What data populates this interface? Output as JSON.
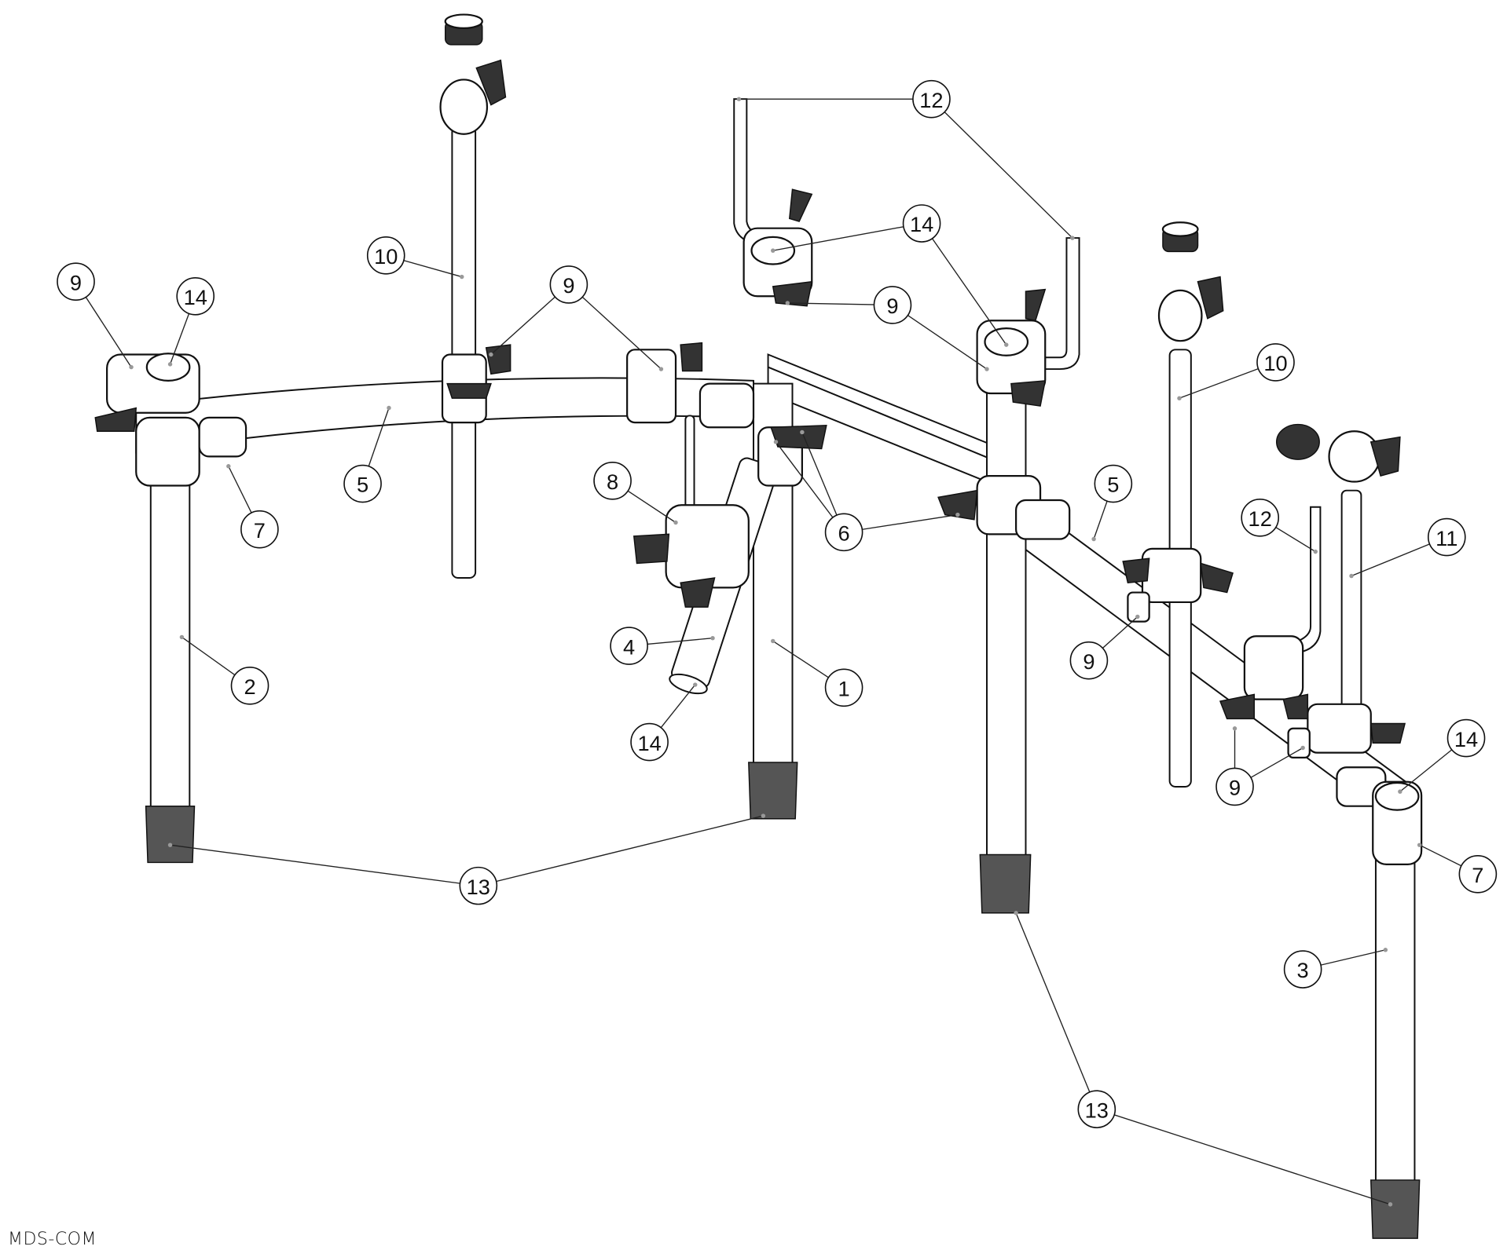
{
  "diagram": {
    "type": "exploded parts diagram - drum rack",
    "callouts": [
      {
        "label": "12"
      },
      {
        "label": "14"
      },
      {
        "label": "9"
      },
      {
        "label": "10"
      },
      {
        "label": "9"
      },
      {
        "label": "14"
      },
      {
        "label": "9"
      },
      {
        "label": "5"
      },
      {
        "label": "7"
      },
      {
        "label": "8"
      },
      {
        "label": "6"
      },
      {
        "label": "5"
      },
      {
        "label": "10"
      },
      {
        "label": "12"
      },
      {
        "label": "11"
      },
      {
        "label": "4"
      },
      {
        "label": "1"
      },
      {
        "label": "2"
      },
      {
        "label": "14"
      },
      {
        "label": "9"
      },
      {
        "label": "9"
      },
      {
        "label": "14"
      },
      {
        "label": "7"
      },
      {
        "label": "3"
      },
      {
        "label": "13"
      },
      {
        "label": "13"
      }
    ]
  },
  "footer": {
    "label": "MDS-COM"
  }
}
